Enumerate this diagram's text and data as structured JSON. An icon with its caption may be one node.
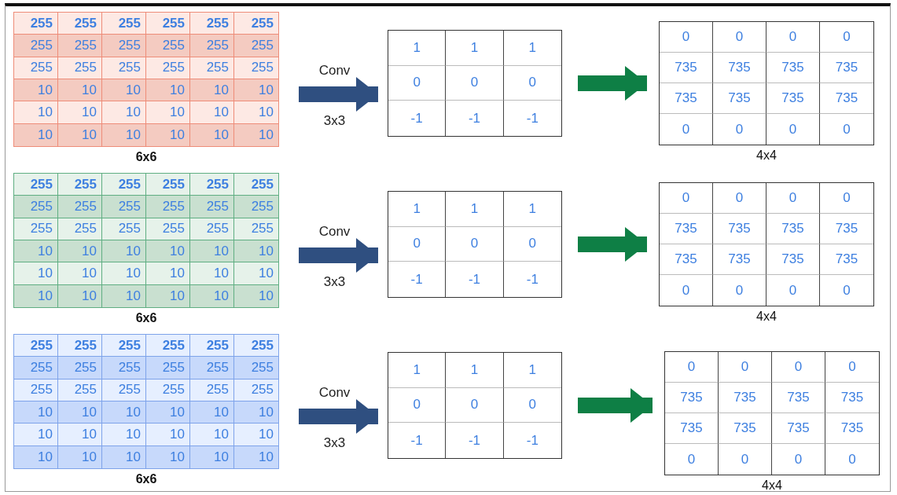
{
  "diagram": {
    "nodes": [
      {
        "text": [
          "255",
          "255",
          "255",
          "255",
          "255",
          "255",
          "255",
          "255",
          "255",
          "255",
          "255",
          "255",
          "255",
          "255",
          "255",
          "255",
          "255",
          "255",
          "10",
          "10",
          "10",
          "10",
          "10",
          "10",
          "10",
          "10",
          "10",
          "10",
          "10",
          "10",
          "10",
          "10",
          "10",
          "10",
          "10",
          "10"
        ],
        "beside": [
          "6x6"
        ]
      },
      {
        "text": [
          "1",
          "1",
          "1",
          "0",
          "0",
          "0",
          "-1",
          "-1",
          "-1"
        ]
      },
      {
        "text": [
          "0",
          "0",
          "0",
          "0",
          "735",
          "735",
          "735",
          "735",
          "735",
          "735",
          "735",
          "735",
          "0",
          "0",
          "0",
          "0"
        ],
        "beside": [
          "4x4"
        ]
      },
      {
        "text": [
          "255",
          "255",
          "255",
          "255",
          "255",
          "255",
          "255",
          "255",
          "255",
          "255",
          "255",
          "255",
          "255",
          "255",
          "255",
          "255",
          "255",
          "255",
          "10",
          "10",
          "10",
          "10",
          "10",
          "10",
          "10",
          "10",
          "10",
          "10",
          "10",
          "10",
          "10",
          "10",
          "10",
          "10",
          "10",
          "10"
        ],
        "beside": [
          "6x6"
        ]
      },
      {
        "text": [
          "1",
          "1",
          "1",
          "0",
          "0",
          "0",
          "-1",
          "-1",
          "-1"
        ]
      },
      {
        "text": [
          "0",
          "0",
          "0",
          "0",
          "735",
          "735",
          "735",
          "735",
          "735",
          "735",
          "735",
          "735",
          "0",
          "0",
          "0",
          "0"
        ],
        "beside": [
          "4x4"
        ]
      },
      {
        "text": [
          "255",
          "255",
          "255",
          "255",
          "255",
          "255",
          "255",
          "255",
          "255",
          "255",
          "255",
          "255",
          "255",
          "255",
          "255",
          "255",
          "255",
          "255",
          "10",
          "10",
          "10",
          "10",
          "10",
          "10",
          "10",
          "10",
          "10",
          "10",
          "10",
          "10",
          "10",
          "10",
          "10",
          "10",
          "10",
          "10"
        ],
        "beside": [
          "6x6"
        ]
      },
      {
        "text": [
          "1",
          "1",
          "1",
          "0",
          "0",
          "0",
          "-1",
          "-1",
          "-1"
        ]
      },
      {
        "text": [
          "0",
          "0",
          "0",
          "0",
          "735",
          "735",
          "735",
          "735",
          "735",
          "735",
          "735",
          "735",
          "0",
          "0",
          "0",
          "0"
        ],
        "beside": [
          "4x4"
        ]
      }
    ],
    "edges": [
      {
        "from": 0,
        "to": 1,
        "arrow": "to",
        "label": "Conv 3x3",
        "color": "#2f4f80"
      },
      {
        "from": 1,
        "to": 2,
        "arrow": "to",
        "color": "#0e7f45"
      },
      {
        "from": 3,
        "to": 4,
        "arrow": "to",
        "label": "Conv 3x3",
        "color": "#2f4f80"
      },
      {
        "from": 4,
        "to": 5,
        "arrow": "to",
        "color": "#0e7f45"
      },
      {
        "from": 6,
        "to": 7,
        "arrow": "to",
        "label": "Conv 3x3",
        "color": "#2f4f80"
      },
      {
        "from": 7,
        "to": 8,
        "arrow": "to",
        "color": "#0e7f45"
      }
    ]
  }
}
